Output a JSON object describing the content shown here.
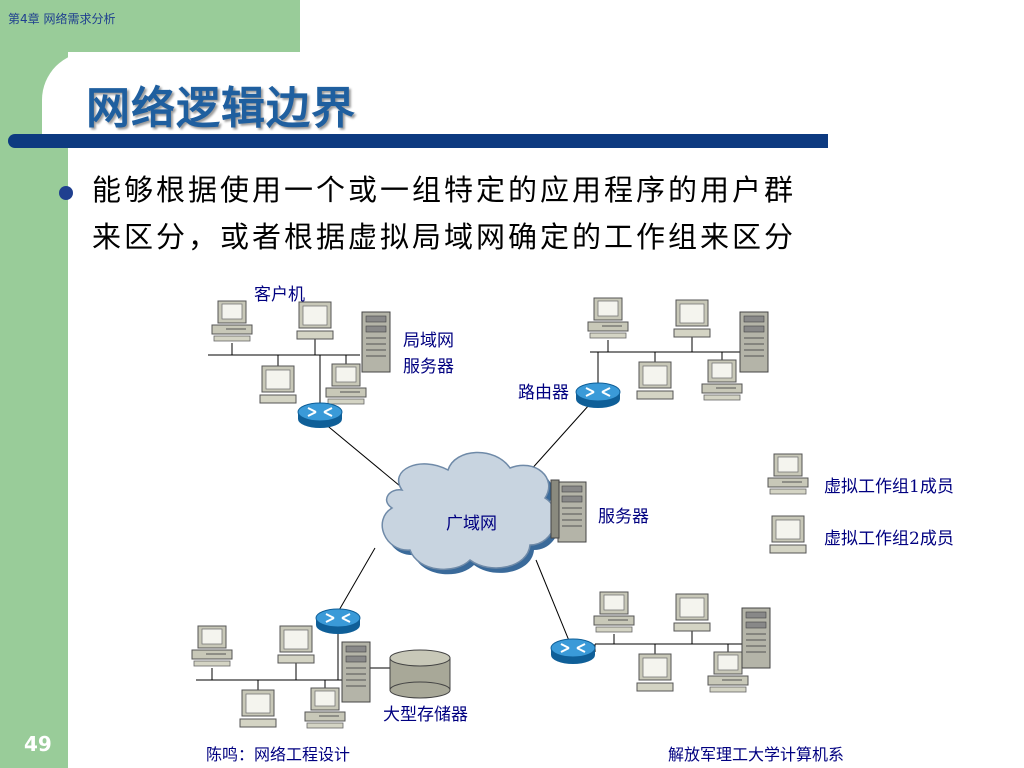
{
  "header": {
    "chapter": "第4章 网络需求分析",
    "title": "网络逻辑边界"
  },
  "bullet": {
    "line1": "能够根据使用一个或一组特定的应用程序的用户群",
    "line2": "来区分，或者根据虚拟局域网确定的工作组来区分"
  },
  "diagram": {
    "client_label": "客户机",
    "lan_server_label_1": "局域网",
    "lan_server_label_2": "服务器",
    "router_label": "路由器",
    "wan_label": "广域网",
    "server_label": "服务器",
    "storage_label": "大型存储器",
    "legend": [
      {
        "label": "虚拟工作组1成员"
      },
      {
        "label": "虚拟工作组2成员"
      }
    ]
  },
  "footer": {
    "page_number": "49",
    "left": "陈鸣：网络工程设计",
    "right": "解放军理工大学计算机系"
  },
  "colors": {
    "sidebar": "#99cc99",
    "title": "#1f5f9f",
    "bar": "#0d3a80",
    "label": "#000080",
    "router": "#1f7fc0"
  }
}
